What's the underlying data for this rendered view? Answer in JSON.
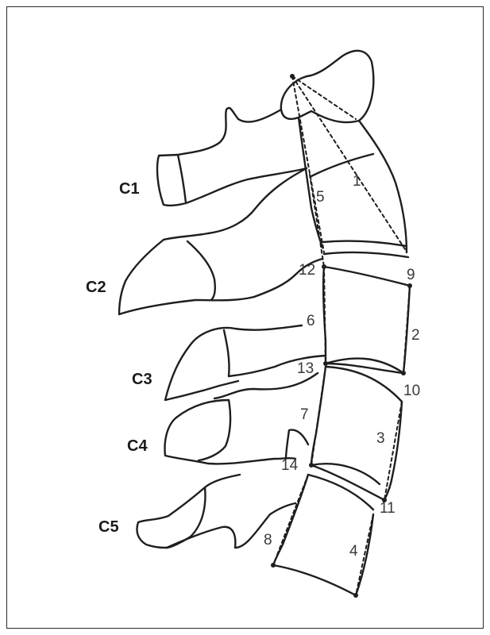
{
  "vertebra_labels": {
    "c1": "C1",
    "c2": "C2",
    "c3": "C3",
    "c4": "C4",
    "c5": "C5"
  },
  "measurement_labels": {
    "m1": "1",
    "m2": "2",
    "m3": "3",
    "m4": "4",
    "m5": "5",
    "m6": "6",
    "m7": "7",
    "m8": "8",
    "m9": "9",
    "m10": "10",
    "m11": "11",
    "m12": "12",
    "m13": "13",
    "m14": "14"
  }
}
